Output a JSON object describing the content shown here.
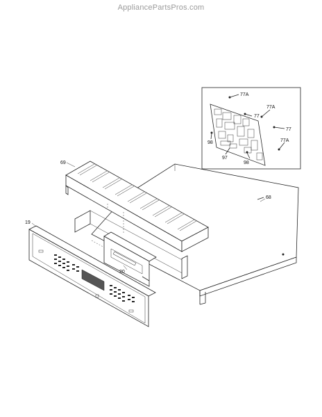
{
  "watermark": "AppliancePartsPros.com",
  "labels": {
    "p69": "69",
    "p68": "68",
    "p19": "19",
    "p20": "20",
    "p77a_1": "77A",
    "p77_1": "77",
    "p77a_2": "77A",
    "p77_2": "77",
    "p77a_3": "77A",
    "p98_1": "98",
    "p97": "97",
    "p98_2": "98"
  }
}
